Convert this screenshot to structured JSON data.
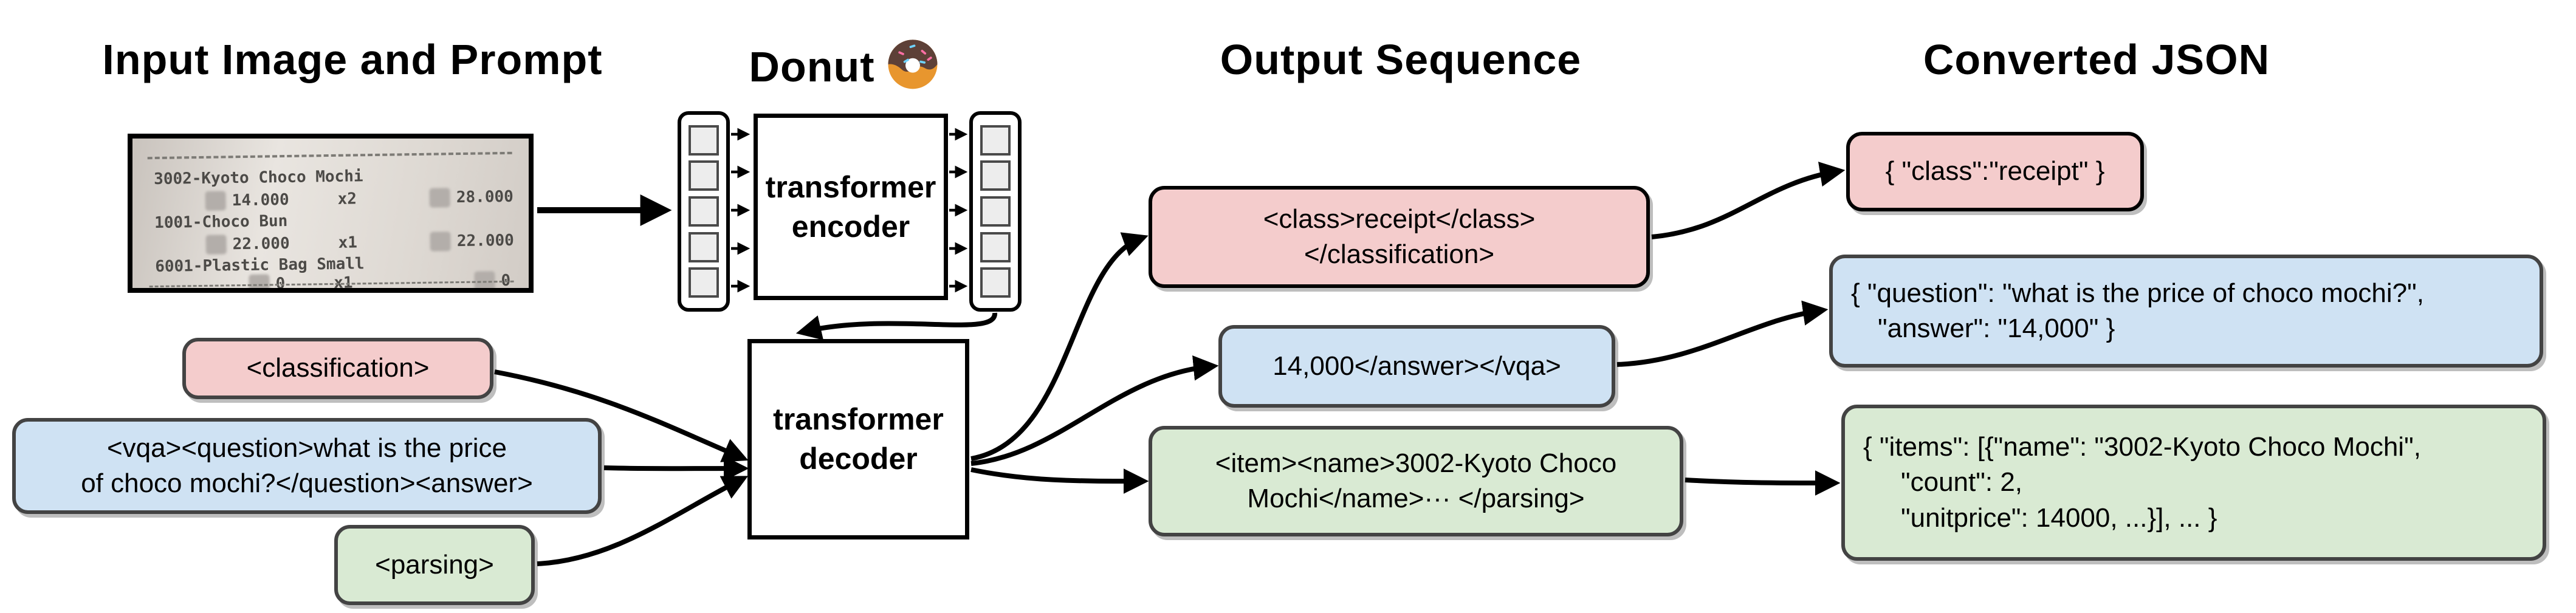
{
  "headings": {
    "input": "Input Image and Prompt",
    "model": "Donut",
    "output": "Output Sequence",
    "json": "Converted JSON"
  },
  "receipt": {
    "item1_name": "3002-Kyoto Choco Mochi",
    "item1_price": "14.000",
    "item1_qty": "x2",
    "item1_total": "28.000",
    "item2_name": "1001-Choco Bun",
    "item2_price": "22.000",
    "item2_qty": "x1",
    "item2_total": "22.000",
    "item3_name": "6001-Plastic Bag Small",
    "item3_price": "0",
    "item3_qty": "x1",
    "item3_total": "0"
  },
  "model": {
    "encoder_line1": "transformer",
    "encoder_line2": "encoder",
    "decoder_line1": "transformer",
    "decoder_line2": "decoder",
    "donut_emoji": "donut-icon"
  },
  "prompts": {
    "classification": "<classification>",
    "vqa_line1": "<vqa><question>what is the price",
    "vqa_line2": "of choco mochi?</question><answer>",
    "parsing": "<parsing>"
  },
  "outputs": {
    "classification_line1": "<class>receipt</class>",
    "classification_line2": "</classification>",
    "vqa": "14,000</answer></vqa>",
    "parsing_line1": "<item><name>3002-Kyoto Choco",
    "parsing_line2": "Mochi</name>··· </parsing>"
  },
  "json_outputs": {
    "classification": "{ \"class\":\"receipt\" }",
    "vqa_line1": "{ \"question\": \"what is the price of choco mochi?\",",
    "vqa_line2": "\"answer\": \"14,000\" }",
    "parsing_line1": "{ \"items\": [{\"name\": \"3002-Kyoto Choco Mochi\",",
    "parsing_line2": "\"count\": 2,",
    "parsing_line3": "\"unitprice\": 14000, ...}], ... }"
  },
  "colors": {
    "classification_fill": "#f4cccc",
    "vqa_fill": "#cfe2f3",
    "parsing_fill": "#d9ead3",
    "arrow": "#000000"
  }
}
